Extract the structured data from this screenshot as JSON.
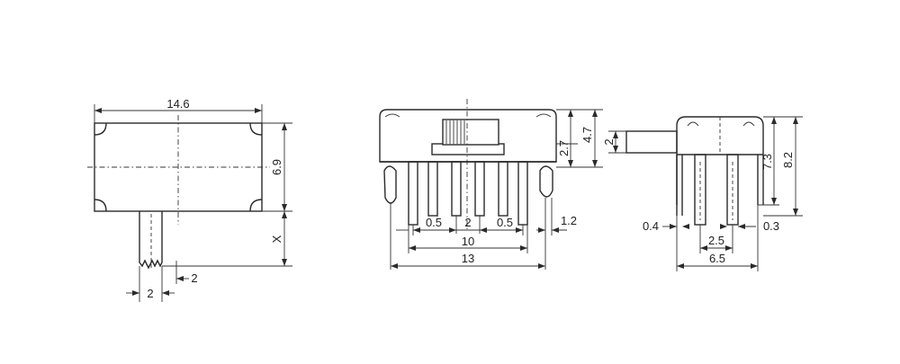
{
  "front_view": {
    "width_label": "14.6",
    "height_label": "6.9",
    "x_label": "X",
    "lever_width_label": "2",
    "lever_offset_label": "2"
  },
  "side_view": {
    "top_height_label": "2.7",
    "total_height_label": "4.7",
    "pin_pitch_left_label": "0.5",
    "pin_pitch_mid_label": "2",
    "pin_pitch_right_label": "0.5",
    "pin_width_label": "1.2",
    "inner_width_label": "10",
    "overall_width_label": "13"
  },
  "end_view": {
    "lever_height_label": "2",
    "body_height_label": "7.3",
    "overall_height_label": "8.2",
    "leg_thickness_label": "0.4",
    "pin_thickness_label": "0.3",
    "pin_spacing_label": "2.5",
    "overall_depth_label": "6.5"
  }
}
